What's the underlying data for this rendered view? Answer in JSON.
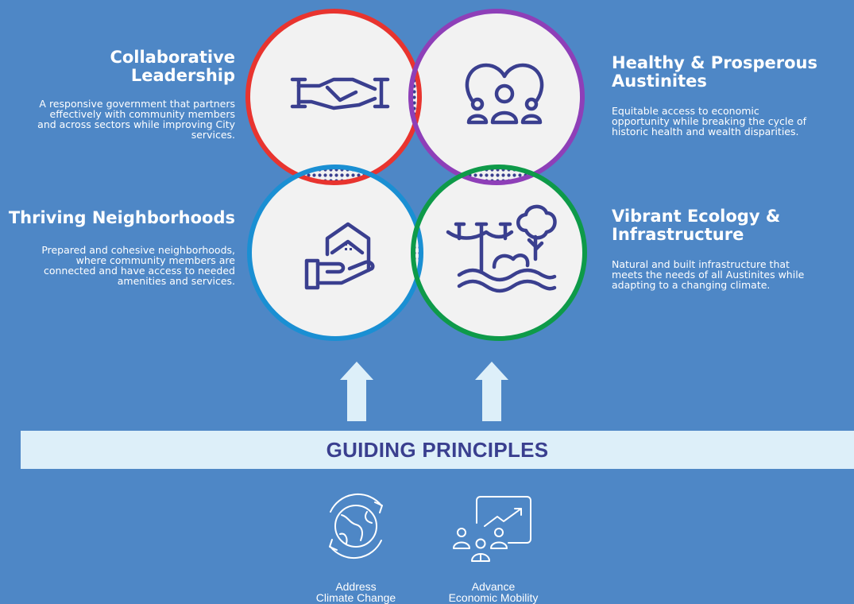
{
  "colors": {
    "background": "#4E87C6",
    "text_white": "#FFFFFF",
    "circle_fill": "#F2F2F2",
    "icon_navy": "#3A3F8F",
    "dots": "#3A3F8F",
    "ring_red": "#E8342F",
    "ring_purple": "#8E3FB8",
    "ring_blue": "#1A8FD3",
    "ring_green": "#0E9A49",
    "banner_fill": "#DDEFF9",
    "banner_text": "#3A3F8F",
    "arrow": "#DDEFF9"
  },
  "goals": {
    "collaborative": {
      "title_line1": "Collaborative",
      "title_line2": "Leadership",
      "desc_line1": "A responsive government that partners",
      "desc_line2": "effectively with community members",
      "desc_line3": "and across sectors while improving City",
      "desc_line4": "services.",
      "icon": "handshake-icon"
    },
    "healthy": {
      "title_line1": "Healthy & Prosperous",
      "title_line2": "Austinites",
      "desc_line1": "Equitable access to economic",
      "desc_line2": "opportunity while breaking the cycle of",
      "desc_line3": "historic health and wealth disparities.",
      "icon": "community-heart-icon"
    },
    "thriving": {
      "title_line1": "Thriving Neighborhoods",
      "desc_line1": "Prepared and cohesive neighborhoods,",
      "desc_line2": "where community members are",
      "desc_line3": "connected and have access to needed",
      "desc_line4": "amenities and services.",
      "icon": "house-in-hand-icon"
    },
    "vibrant": {
      "title_line1": "Vibrant Ecology &",
      "title_line2": "Infrastructure",
      "desc_line1": "Natural and built infrastructure that",
      "desc_line2": "meets the needs of all Austinites while",
      "desc_line3": "adapting to a changing climate.",
      "icon": "ecology-infrastructure-icon"
    }
  },
  "guiding_principles": {
    "title": "GUIDING PRINCIPLES",
    "items": [
      {
        "line1": "Address",
        "line2": "Climate Change",
        "icon": "globe-cycle-icon"
      },
      {
        "line1": "Advance",
        "line2": "Economic Mobility",
        "icon": "growth-chart-people-icon"
      }
    ]
  }
}
